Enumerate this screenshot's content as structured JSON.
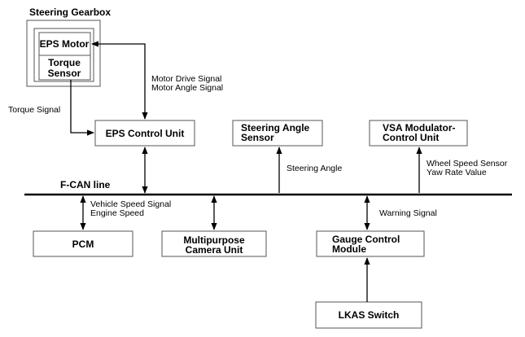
{
  "gearbox": {
    "title": "Steering Gearbox",
    "eps_motor": "EPS Motor",
    "torque_sensor": [
      "Torque",
      "Sensor"
    ]
  },
  "boxes": {
    "eps_control_unit": "EPS Control Unit",
    "steering_angle_sensor": [
      "Steering Angle",
      "Sensor"
    ],
    "vsa_modulator": [
      "VSA Modulator-",
      "Control Unit"
    ],
    "pcm": "PCM",
    "camera_unit": [
      "Multipurpose",
      "Camera Unit"
    ],
    "gauge_control": [
      "Gauge Control",
      "Module"
    ],
    "lkas_switch": "LKAS Switch"
  },
  "bus": {
    "label": "F-CAN line"
  },
  "signals": {
    "torque_signal": "Torque Signal",
    "motor_drive": "Motor Drive Signal",
    "motor_angle": "Motor Angle Signal",
    "steering_angle": "Steering Angle",
    "wheel_speed": "Wheel Speed Sensor",
    "yaw_rate": "Yaw Rate Value",
    "vehicle_speed": "Vehicle Speed Signal",
    "engine_speed": "Engine Speed",
    "warning_signal": "Warning Signal"
  }
}
